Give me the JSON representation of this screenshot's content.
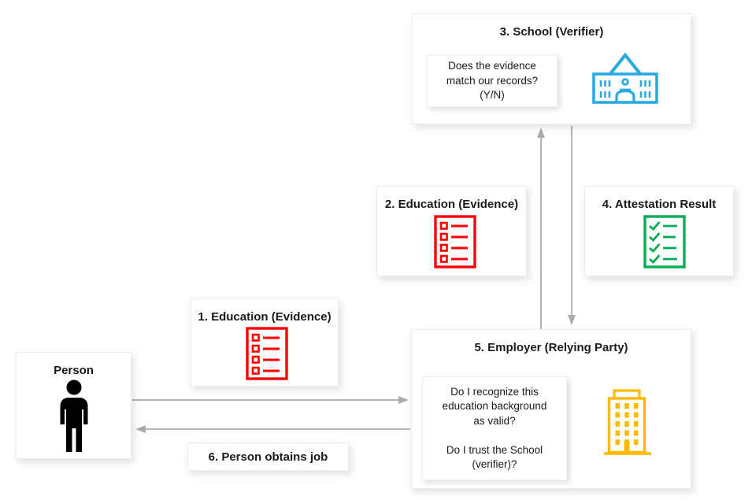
{
  "colors": {
    "evidence": "#ff0000",
    "attestation": "#00ab55",
    "school": "#29abe2",
    "employer": "#ffb900",
    "person": "#000000",
    "arrow": "#ababab",
    "text": "#1a1a1a"
  },
  "nodes": {
    "school": {
      "title": "3. School (Verifier)",
      "question": "Does the evidence\nmatch our records?\n(Y/N)"
    },
    "evidence2": {
      "title": "2. Education (Evidence)"
    },
    "attestation": {
      "title": "4. Attestation Result"
    },
    "evidence1": {
      "title": "1. Education (Evidence)"
    },
    "person": {
      "title": "Person"
    },
    "employer": {
      "title": "5. Employer (Relying Party)",
      "question": "Do I recognize this\neducation background\nas valid?\n\nDo I trust the School\n(verifier)?"
    },
    "job": {
      "title": "6. Person obtains job"
    }
  },
  "edges": [
    {
      "from": "employer",
      "to": "school",
      "direction": "up"
    },
    {
      "from": "school",
      "to": "employer",
      "direction": "down"
    },
    {
      "from": "person",
      "to": "employer",
      "direction": "right"
    },
    {
      "from": "employer",
      "to": "person",
      "direction": "left"
    }
  ]
}
